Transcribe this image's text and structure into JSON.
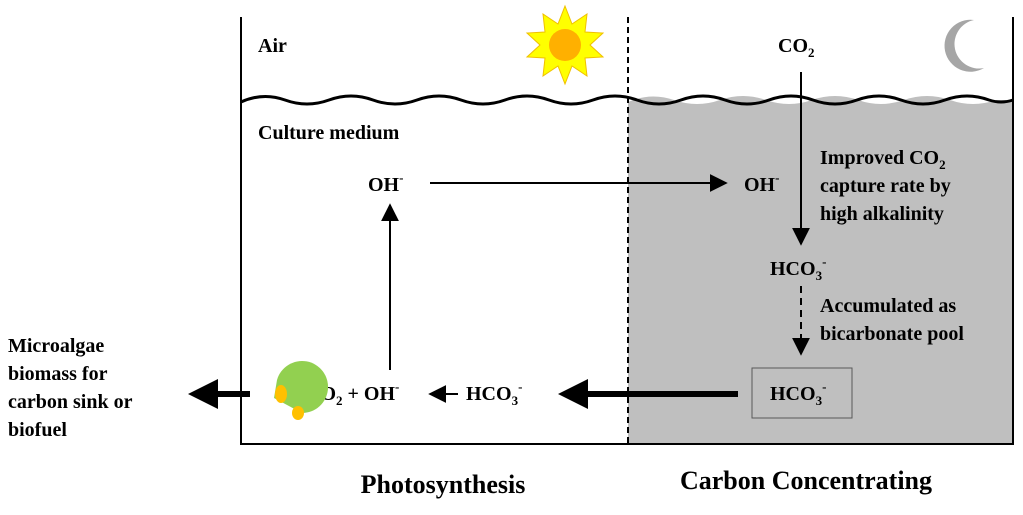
{
  "colors": {
    "shaded": "#bfbfbf",
    "sun_ray": "#ffff00",
    "sun_core": "#ffb000",
    "moon": "#a6a6a6",
    "algae": "#92d050",
    "chloroplast": "#ffc000"
  },
  "labels": {
    "air": "Air",
    "culture_medium": "Culture medium",
    "co2_top": {
      "base": "CO",
      "sub": "2"
    },
    "oh_left": {
      "base": "OH",
      "sup": "-"
    },
    "oh_right": {
      "base": "OH",
      "sup": "-"
    },
    "improved": {
      "line1": "Improved CO",
      "line1_sub": "2",
      "line2": "capture rate by",
      "line3": "high alkalinity"
    },
    "hco3_mid": {
      "base": "HCO",
      "sub": "3",
      "sup": "-"
    },
    "accumulated": {
      "line1": "Accumulated as",
      "line2": "bicarbonate pool"
    },
    "hco3_box": {
      "base": "HCO",
      "sub": "3",
      "sup": "-"
    },
    "hco3_left": {
      "base": "HCO",
      "sub": "3",
      "sup": "-"
    },
    "co2_oh": {
      "co": "CO",
      "sub": "2",
      "plus": " + OH",
      "sup": "-"
    },
    "biomass": {
      "line1": "Microalgae",
      "line2": "biomass for",
      "line3": "carbon sink or",
      "line4": "biofuel"
    },
    "photosynthesis": "Photosynthesis",
    "carbon_concentrating": "Carbon Concentrating"
  },
  "icons": [
    "sun-icon",
    "moon-icon",
    "microalgae-cell-icon"
  ]
}
